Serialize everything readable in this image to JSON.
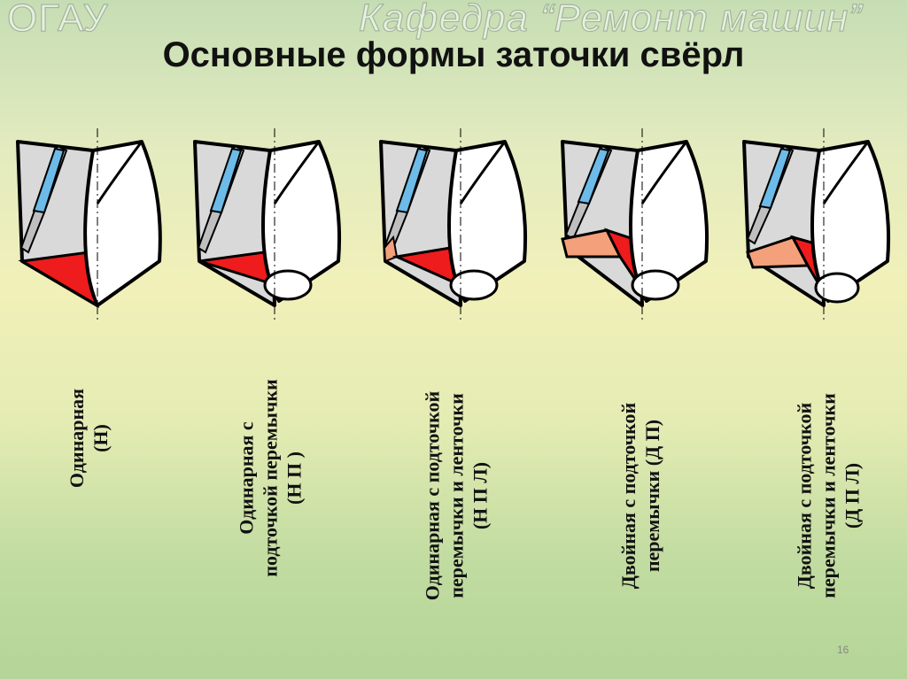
{
  "header": {
    "org": "ОГАУ",
    "department": "Кафедра “Ремонт машин”"
  },
  "title": "Основные формы заточки свёрл",
  "drills": [
    {
      "lines": [
        "Одинарная",
        "(Н)"
      ]
    },
    {
      "lines": [
        "Одинарная с",
        "подточкой перемычки",
        "(Н П )"
      ]
    },
    {
      "lines": [
        "Одинарная с подточкой",
        "перемычки и ленточки",
        "(Н П Л)"
      ]
    },
    {
      "lines": [
        "Двойная с подточкой",
        "перемычки (Д П)"
      ]
    },
    {
      "lines": [
        "Двойная с подточкой",
        "перемычки и ленточки",
        "(Д П Л)"
      ]
    }
  ],
  "colors": {
    "cutting_edge": "#ee1c1c",
    "second_edge": "#f4a07a",
    "flute_band": "#6dbbe8",
    "body_gray": "#bfbfbf"
  },
  "slide_number": "16"
}
